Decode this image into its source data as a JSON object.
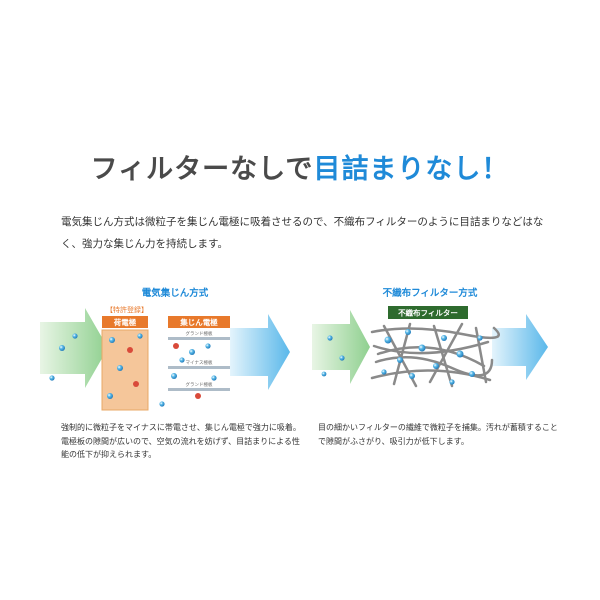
{
  "headline": {
    "main": "フィルターなしで",
    "accent": "目詰まりなし！"
  },
  "intro": "電気集じん方式は微粒子を集じん電極に吸着させるので、不織布フィルターのように目詰まりなどはなく、強力な集じん力を持続します。",
  "left_panel": {
    "title": "電気集じん方式",
    "patent_tag": "【特許登録】",
    "charge_label": "荷電極",
    "collector_label": "集じん電極",
    "ground_top": "グランド極板",
    "minus_plate": "マイナス極板",
    "ground_bottom": "グランド極板",
    "description": "強制的に微粒子をマイナスに帯電させ、集じん電極で強力に吸着。電極板の隙間が広いので、空気の流れを妨げず、目詰まりによる性能の低下が抑えられます。"
  },
  "right_panel": {
    "title": "不織布フィルター方式",
    "filter_label": "不織布フィルター",
    "description": "目の細かいフィルターの繊維で微粒子を捕集。汚れが蓄積することで隙間がふさがり、吸引力が低下します。"
  },
  "colors": {
    "accent": "#1f8ad8",
    "orange": "#e8792b",
    "green_arrow": "#7cc47f",
    "blue_arrow": "#6fc3ee",
    "dark_green": "#2e6b2e"
  }
}
